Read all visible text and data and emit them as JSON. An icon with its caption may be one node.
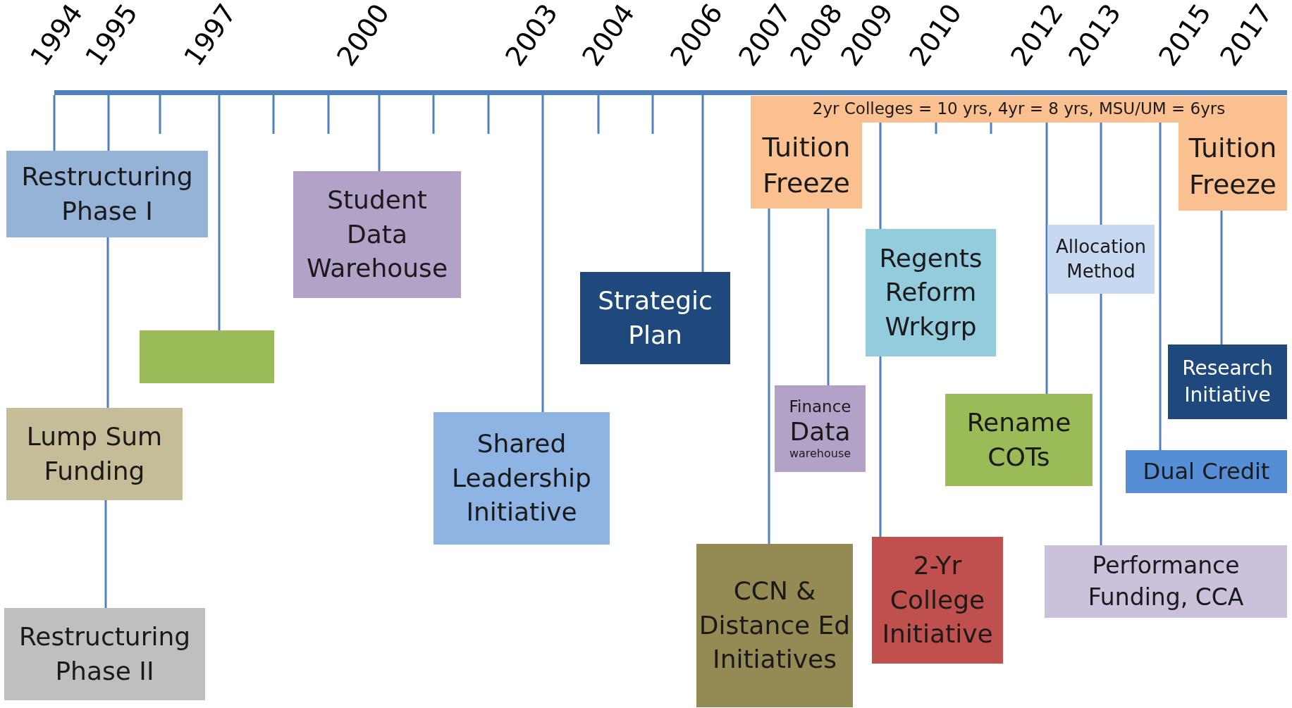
{
  "diagram": {
    "nodes": [
      {
        "text": [],
        "shape": "bar",
        "beside": [
          "1994",
          "1995",
          "1997",
          "2000",
          "2003",
          "2004",
          "2006",
          "2007",
          "2008",
          "2009",
          "2010",
          "2012",
          "2013",
          "2015",
          "2017"
        ]
      },
      {
        "text": [
          "Restructuring Phase I"
        ]
      },
      {
        "text": [],
        "shape": "box"
      },
      {
        "text": [
          "Student Data Warehouse"
        ]
      },
      {
        "text": [
          "Lump Sum Funding"
        ]
      },
      {
        "text": [
          "Restructuring Phase II"
        ]
      },
      {
        "text": [
          "Shared Leadership Initiative"
        ]
      },
      {
        "text": [
          "Strategic Plan"
        ]
      },
      {
        "text": [
          "2yr Colleges = 10 yrs, 4yr = 8 yrs, MSU/UM = 6yrs"
        ]
      },
      {
        "text": [
          "Tuition Freeze"
        ]
      },
      {
        "text": [
          "Tuition Freeze"
        ]
      },
      {
        "text": [
          "Finance",
          "Data",
          "warehouse"
        ]
      },
      {
        "text": [
          "CCN & Distance Ed Initiatives"
        ]
      },
      {
        "text": [
          "Regents Reform Wrkgrp"
        ]
      },
      {
        "text": [
          "2-Yr College Initiative"
        ]
      },
      {
        "text": [
          "Allocation Method"
        ]
      },
      {
        "text": [
          "Rename COTs"
        ]
      },
      {
        "text": [
          "Performance Funding, CCA"
        ]
      },
      {
        "text": [
          "Research Initiative"
        ]
      },
      {
        "text": [
          "Dual Credit"
        ]
      }
    ],
    "edges": [
      {
        "from": 0,
        "to": 1,
        "arrow": "none"
      },
      {
        "from": 0,
        "to": 1,
        "arrow": "none"
      },
      {
        "from": 1,
        "to": 4,
        "arrow": "none"
      },
      {
        "from": 4,
        "to": 5,
        "arrow": "none"
      },
      {
        "from": 0,
        "to": 2,
        "arrow": "none"
      },
      {
        "from": 0,
        "to": 3,
        "arrow": "none"
      },
      {
        "from": 0,
        "to": 6,
        "arrow": "none"
      },
      {
        "from": 0,
        "to": 7,
        "arrow": "none"
      },
      {
        "from": 9,
        "to": 12,
        "arrow": "none"
      },
      {
        "from": 9,
        "to": 11,
        "arrow": "none"
      },
      {
        "from": 8,
        "to": 13,
        "arrow": "none"
      },
      {
        "from": 13,
        "to": 14,
        "arrow": "none"
      },
      {
        "from": 8,
        "to": 16,
        "arrow": "none"
      },
      {
        "from": 8,
        "to": 15,
        "arrow": "none"
      },
      {
        "from": 15,
        "to": 17,
        "arrow": "none"
      },
      {
        "from": 8,
        "to": 19,
        "arrow": "none"
      },
      {
        "from": 10,
        "to": 18,
        "arrow": "none"
      }
    ]
  }
}
